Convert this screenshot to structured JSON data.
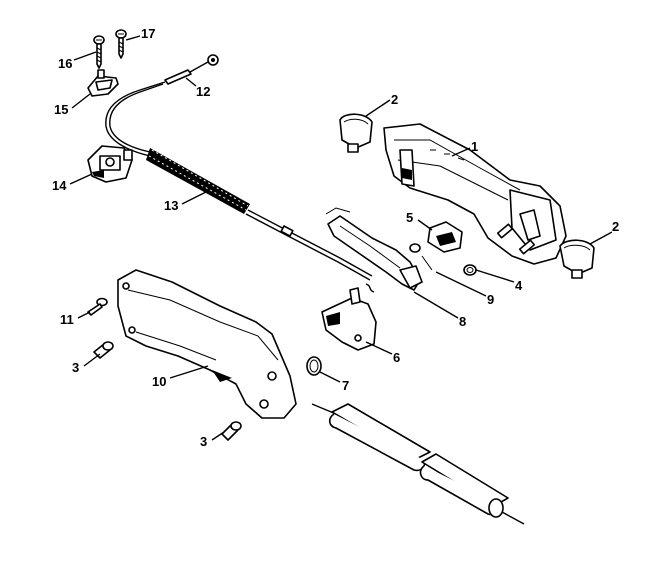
{
  "diagram": {
    "parts": [
      {
        "number": "1"
      },
      {
        "number": "2"
      },
      {
        "number": "2"
      },
      {
        "number": "3"
      },
      {
        "number": "3"
      },
      {
        "number": "4"
      },
      {
        "number": "5"
      },
      {
        "number": "6"
      },
      {
        "number": "7"
      },
      {
        "number": "8"
      },
      {
        "number": "9"
      },
      {
        "number": "10"
      },
      {
        "number": "11"
      },
      {
        "number": "12"
      },
      {
        "number": "13"
      },
      {
        "number": "14"
      },
      {
        "number": "15"
      },
      {
        "number": "16"
      },
      {
        "number": "17"
      }
    ]
  }
}
